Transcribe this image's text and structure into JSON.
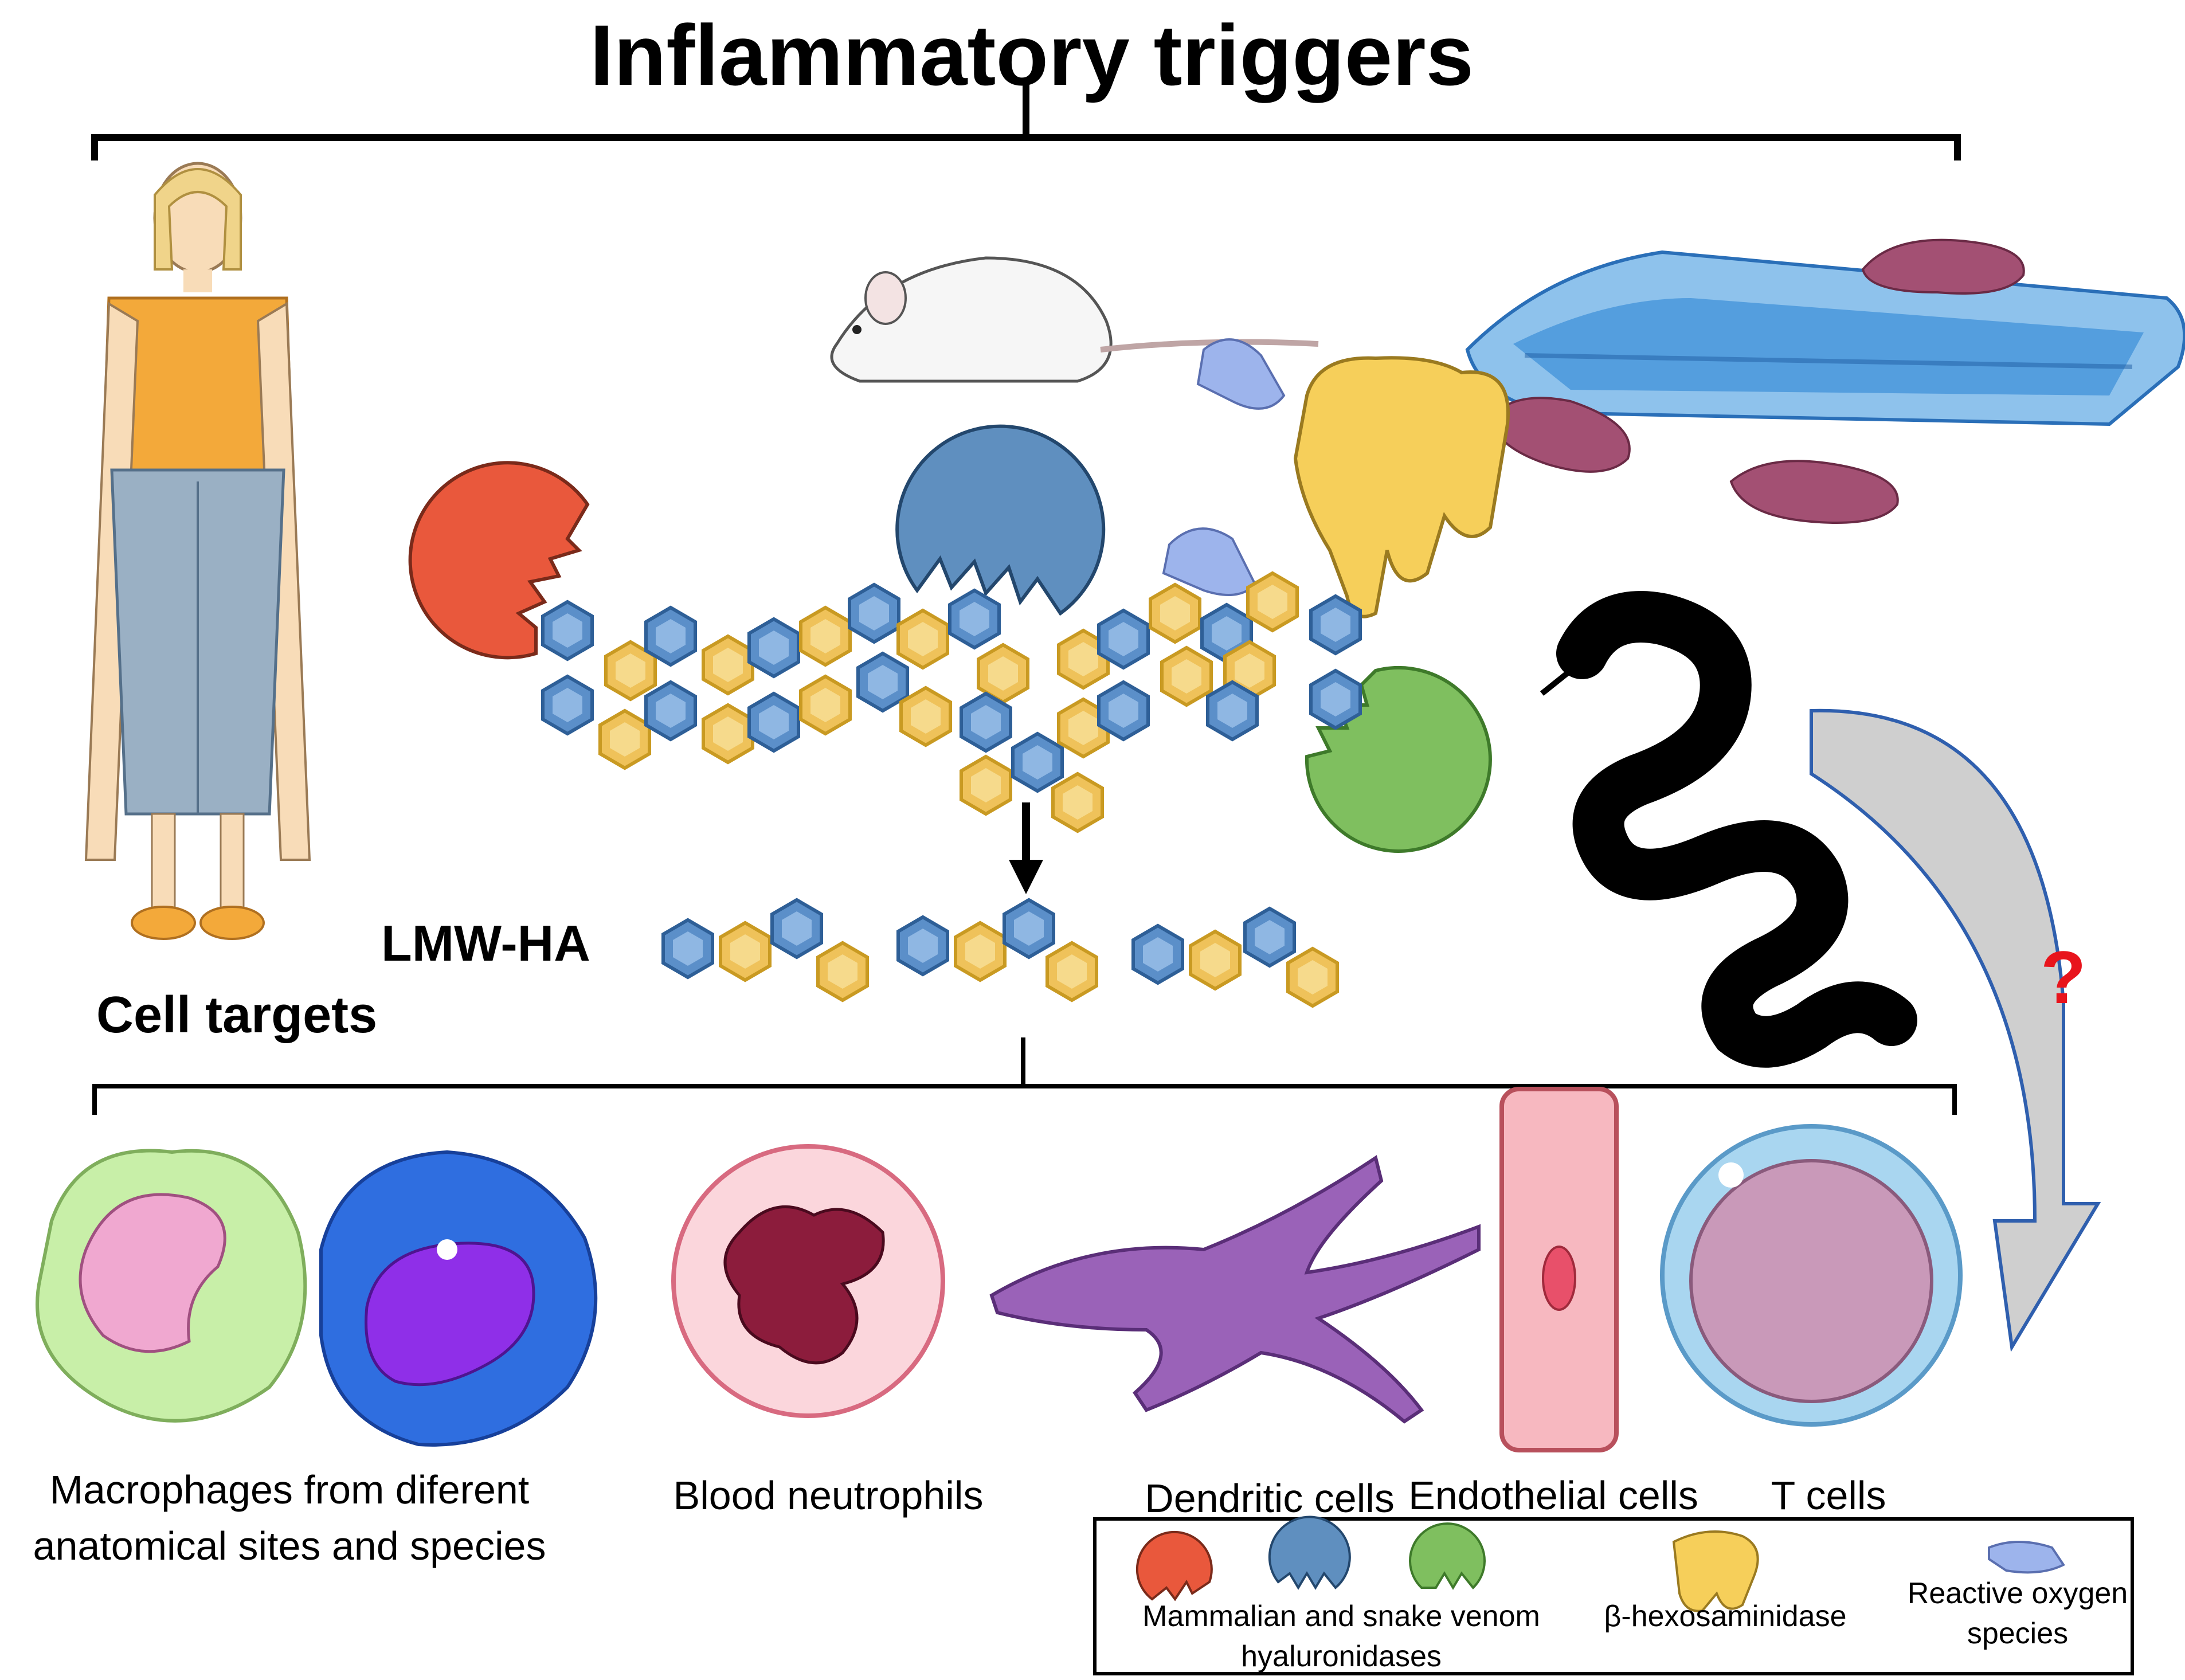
{
  "title": "Inflammatory triggers",
  "lmw_label": "LMW-HA",
  "cell_targets_label": "Cell targets",
  "question_mark": "?",
  "captions": {
    "macrophages": "Macrophages from diferent anatomical sites and species",
    "neutrophils": "Blood neutrophils",
    "dendritic": "Dendritic cells",
    "endothelial": "Endothelial cells",
    "tcells": "T cells"
  },
  "legend": {
    "hyaluronidases": "Mammalian and snake venom hyaluronidases",
    "hexosaminidase": "β-hexosaminidase",
    "ros": "Reactive oxygen species"
  },
  "colors": {
    "hexagon_blue": "#5b8fc9",
    "hexagon_yellow": "#efc25a",
    "enzyme_red": "#e9583c",
    "enzyme_blue": "#5f8fbf",
    "enzyme_green": "#7fbf5f",
    "hexosaminidase_yellow": "#f6cf5a",
    "ros_blue": "#9db4ec",
    "question_red": "#e8141c"
  }
}
